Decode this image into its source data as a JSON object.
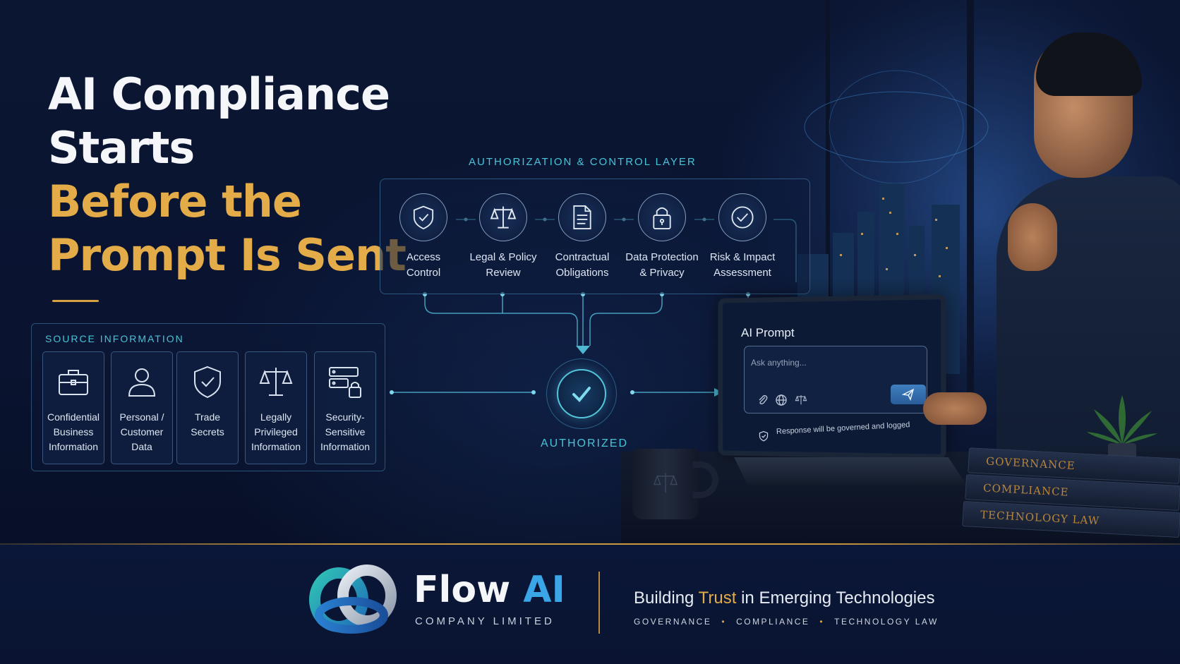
{
  "headline": {
    "line1": "AI Compliance",
    "line2": "Starts",
    "line3": "Before the",
    "line4": "Prompt Is Sent"
  },
  "source": {
    "label": "SOURCE INFORMATION",
    "items": [
      {
        "line1": "Confidential",
        "line2": "Business",
        "line3": "Information",
        "icon": "briefcase-icon"
      },
      {
        "line1": "Personal /",
        "line2": "Customer",
        "line3": "Data",
        "icon": "user-icon"
      },
      {
        "line1": "Trade",
        "line2": "Secrets",
        "line3": "",
        "icon": "shield-check-icon"
      },
      {
        "line1": "Legally",
        "line2": "Privileged",
        "line3": "Information",
        "icon": "scales-icon"
      },
      {
        "line1": "Security-",
        "line2": "Sensitive",
        "line3": "Information",
        "icon": "server-lock-icon"
      }
    ]
  },
  "control": {
    "label": "AUTHORIZATION & CONTROL LAYER",
    "items": [
      {
        "line1": "Access",
        "line2": "Control",
        "icon": "shield-check-icon"
      },
      {
        "line1": "Legal & Policy",
        "line2": "Review",
        "icon": "scales-icon"
      },
      {
        "line1": "Contractual",
        "line2": "Obligations",
        "icon": "document-icon"
      },
      {
        "line1": "Data Protection",
        "line2": "& Privacy",
        "icon": "lock-icon"
      },
      {
        "line1": "Risk & Impact",
        "line2": "Assessment",
        "icon": "check-circle-icon"
      }
    ]
  },
  "authorized": {
    "label": "AUTHORIZED",
    "icon": "check-icon"
  },
  "prompt": {
    "title": "AI Prompt",
    "placeholder": "Ask anything...",
    "note": "Response will be governed and logged",
    "tools": [
      "paperclip-icon",
      "globe-icon",
      "scales-icon"
    ],
    "send_icon": "send-icon"
  },
  "books": [
    "GOVERNANCE",
    "COMPLIANCE",
    "TECHNOLOGY LAW"
  ],
  "footer": {
    "brand_flow": "Flow",
    "brand_ai": "AI",
    "brand_sub": "COMPANY LIMITED",
    "tagline_pre": "Building",
    "tagline_hl": "Trust",
    "tagline_post": "in Emerging Technologies",
    "pillars": [
      "GOVERNANCE",
      "COMPLIANCE",
      "TECHNOLOGY LAW"
    ],
    "pillar_sep": "•"
  },
  "colors": {
    "background": "#0a1430",
    "accent_gold": "#e3ac48",
    "accent_cyan": "#49c3d6",
    "brand_blue": "#3aa6e8"
  }
}
